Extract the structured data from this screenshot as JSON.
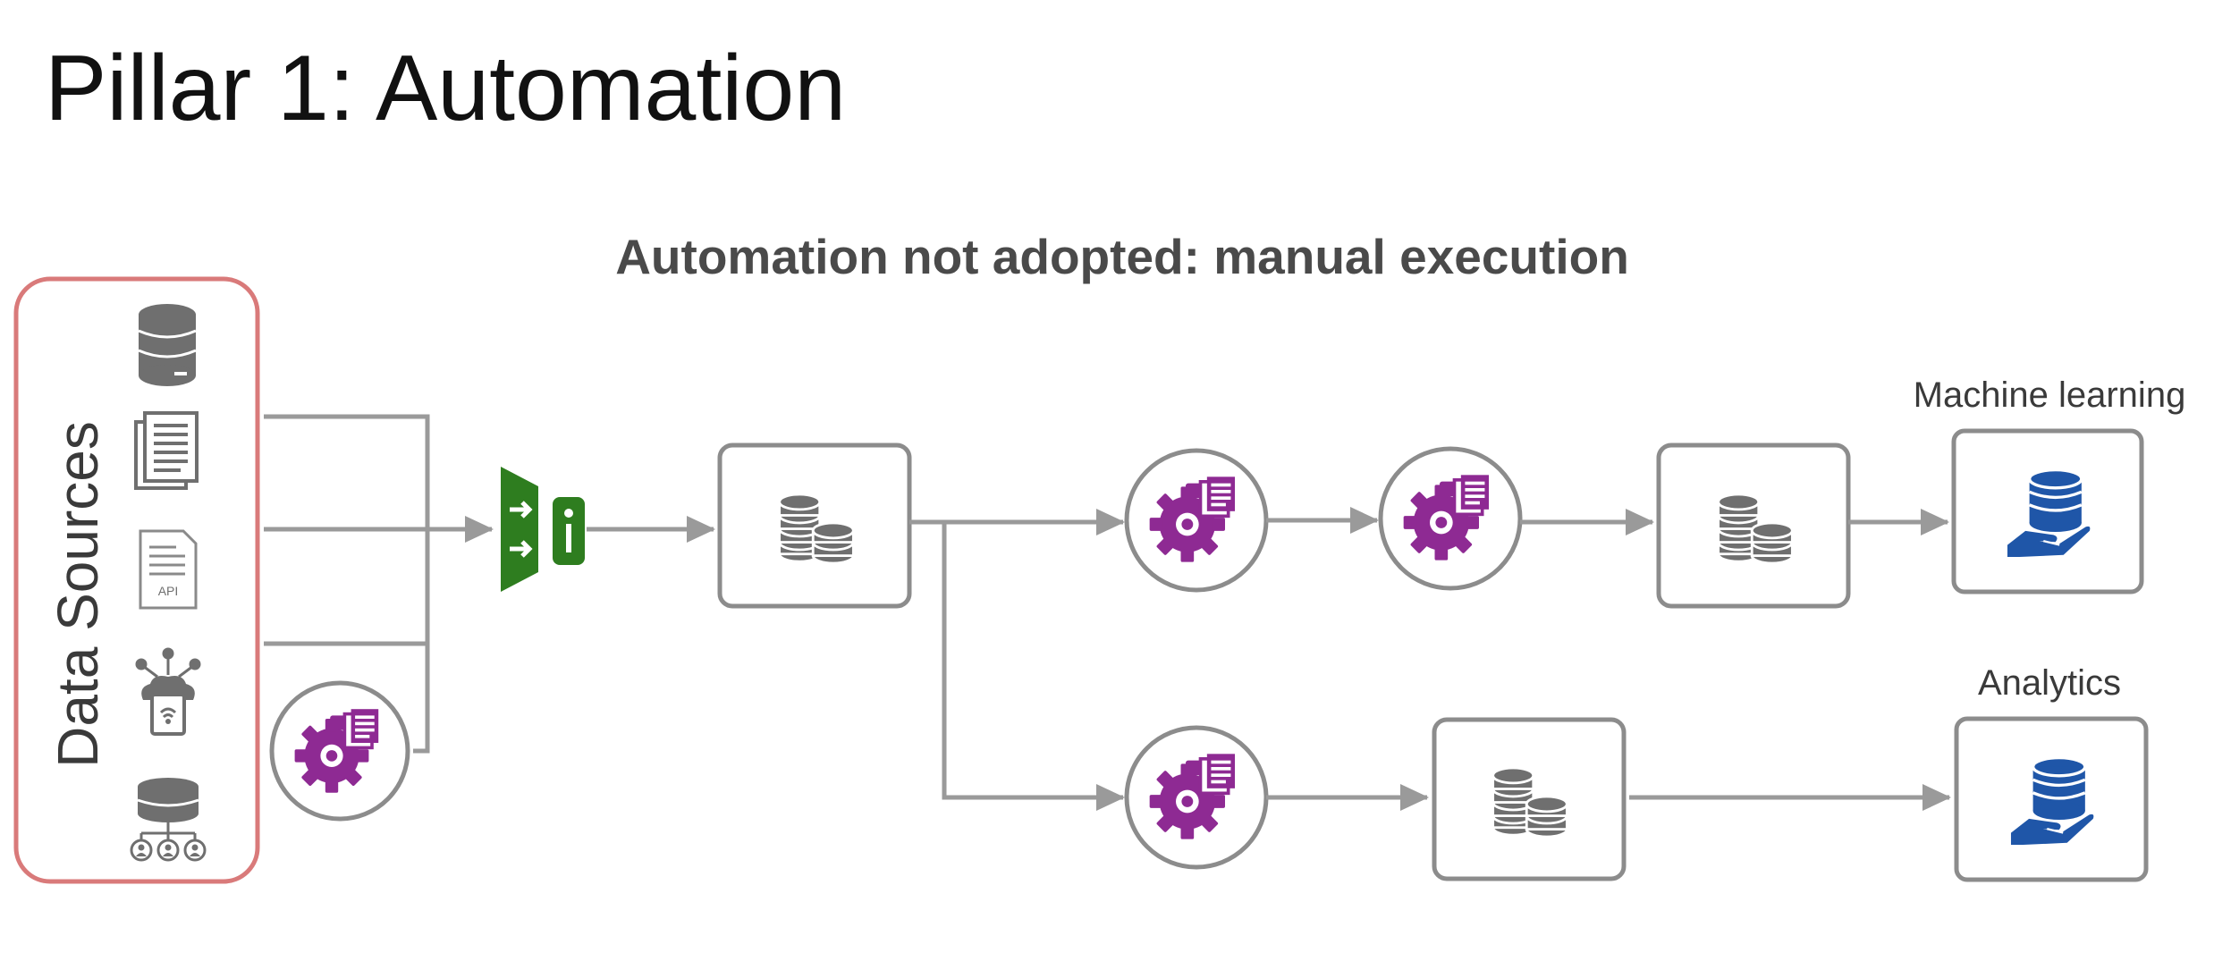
{
  "page": {
    "title": "Pillar 1: Automation",
    "subtitle": "Automation not adopted: manual execution"
  },
  "sources": {
    "label": "Data Sources",
    "icons": [
      "database-icon",
      "document-icon",
      "api-document-icon",
      "iot-cloud-device-icon",
      "shared-database-users-icon"
    ],
    "api_text": "API"
  },
  "outputs": {
    "ml_label": "Machine learning",
    "analytics_label": "Analytics"
  },
  "colors": {
    "border_red": "#d97a7a",
    "arrow_gray": "#9a9a9a",
    "box_gray": "#8c8c8c",
    "icon_gray": "#6f6f6f",
    "process_purple": "#8e2a93",
    "ingest_green": "#2e7d1f",
    "output_blue": "#1f56a8"
  }
}
